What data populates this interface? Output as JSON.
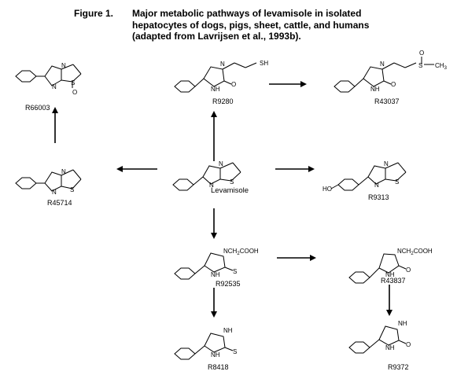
{
  "figure": {
    "label": "Figure 1.",
    "title_lines": [
      "Major metabolic pathways of levamisole in isolated",
      "hepatocytes of dogs, pigs, sheet, cattle, and humans",
      "(adapted from Lavrijsen et al., 1993b)."
    ]
  },
  "compounds": {
    "r66003": "R66003",
    "r9280": "R9280",
    "r43037": "R43037",
    "r45714": "R45714",
    "levamisole": "Levamisole",
    "r9313": "R9313",
    "r92535": "R92535",
    "r43837": "R43837",
    "r8418": "R8418",
    "r9372": "R9372"
  },
  "atoms": {
    "N": "N",
    "S": "S",
    "O": "O",
    "NH": "NH",
    "HO": "HO",
    "SH": "SH",
    "CH3": "CH",
    "sub3": "3",
    "NCH2": "NCH",
    "sub2": "2",
    "COOH": "COOH"
  }
}
